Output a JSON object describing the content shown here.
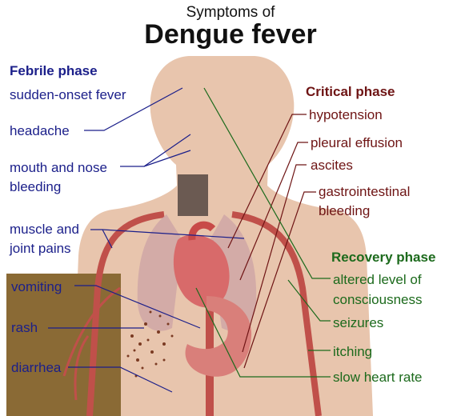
{
  "title": {
    "small": "Symptoms of",
    "big": "Dengue fever"
  },
  "phases": {
    "febrile": {
      "heading": "Febrile phase",
      "color": "#1b1f8a",
      "symptoms": [
        "sudden-onset fever",
        "headache",
        "mouth and nose",
        "bleeding",
        "muscle and",
        "joint pains",
        "vomiting",
        "rash",
        "diarrhea"
      ]
    },
    "critical": {
      "heading": "Critical phase",
      "color": "#6e1414",
      "symptoms": [
        "hypotension",
        "pleural effusion",
        "ascites",
        "gastrointestinal",
        "bleeding"
      ]
    },
    "recovery": {
      "heading": "Recovery phase",
      "color": "#1c6a1c",
      "symptoms": [
        "altered level of",
        "consciousness",
        "seizures",
        "itching",
        "slow heart rate"
      ]
    }
  },
  "colors": {
    "skin": "#e8c5ad",
    "vessel": "#c0504a",
    "trachea": "#6b5a52",
    "lung": "#cfa6a6",
    "heart": "#d86a6a",
    "stomach": "#d97f7a",
    "inset": "#8a6a35",
    "rash_spot": "#7a3a22"
  }
}
